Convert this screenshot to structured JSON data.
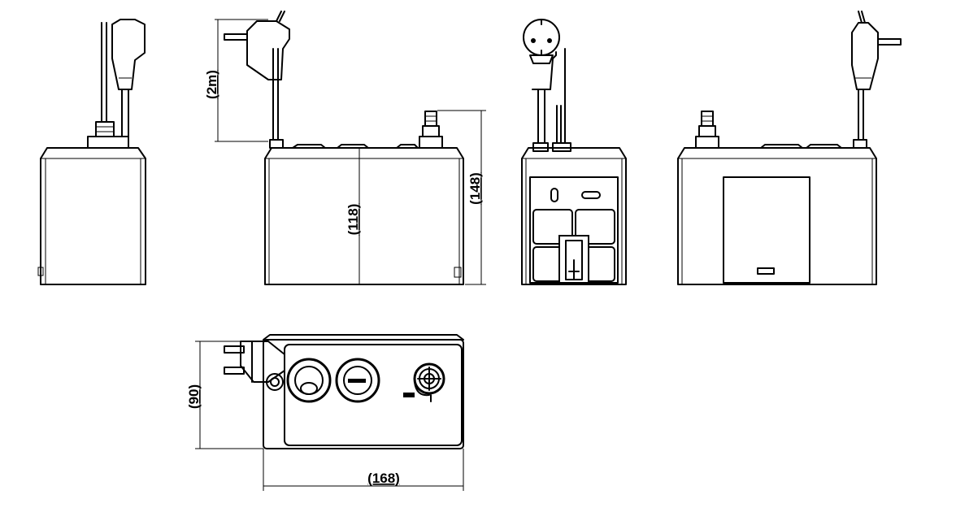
{
  "dimensions": {
    "cable_length": "(2m)",
    "body_height": "(118)",
    "total_height": "(148)",
    "depth": "(90)",
    "width": "(168)"
  }
}
